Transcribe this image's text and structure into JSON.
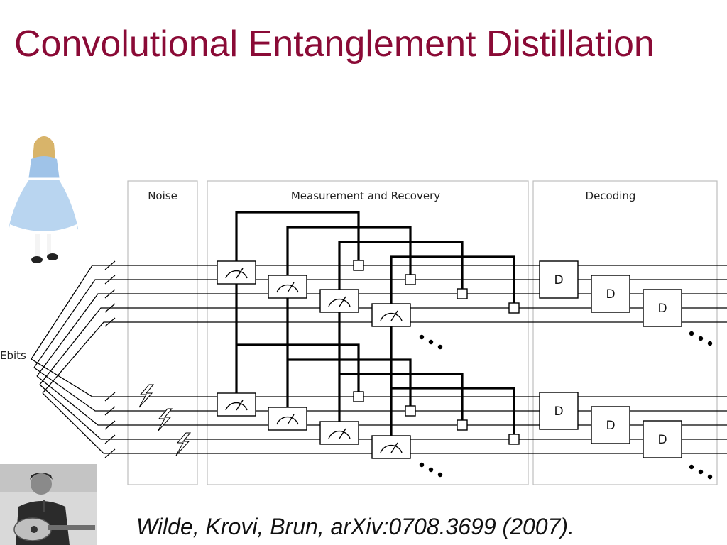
{
  "slide": {
    "title": "Convolutional Entanglement Distillation",
    "citation": "Wilde, Krovi, Brun, arXiv:0708.3699 (2007)."
  },
  "diagram": {
    "panels": [
      "Noise",
      "Measurement and Recovery",
      "Decoding"
    ],
    "ebits_label": "Ebits",
    "decoder_label": "D",
    "colors": {
      "wire": "#000000",
      "panel_border": "#bdbdbd",
      "title": "#8a0a36"
    }
  },
  "photos": [
    {
      "name": "alice-doll-photo",
      "alt": "doll in blue dress"
    },
    {
      "name": "bob-guitar-photo",
      "alt": "man with guitar"
    }
  ]
}
